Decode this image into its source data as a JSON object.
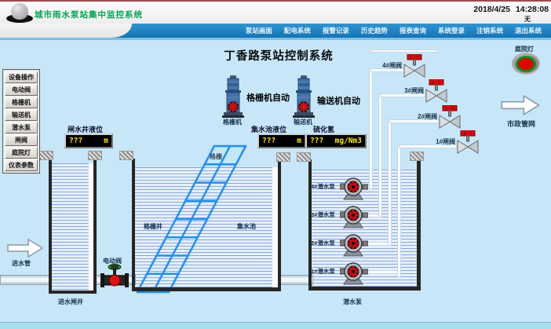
{
  "header": {
    "app_title": "城市雨水泵站集中监控系统",
    "date": "2018/4/25",
    "time": "14:28:08",
    "alarm_status": "无"
  },
  "menu": {
    "items": [
      "泵站画面",
      "配电系统",
      "报警记录",
      "历史趋势",
      "报表查询",
      "系统登录",
      "注销系统",
      "退出系统"
    ]
  },
  "sidebar": {
    "title": "设备操作",
    "items": [
      "电动阀",
      "格栅机",
      "输送机",
      "潜水泵",
      "闸阀",
      "庭院灯",
      "仪表参数"
    ]
  },
  "main": {
    "title": "丁香路泵站控制系统",
    "courtyard_light_label": "庭院灯",
    "municipal_network_label": "市政管网",
    "inlet_pipe_label": "进水管",
    "electric_valve_label": "电动阀",
    "machines": [
      {
        "status": "格栅机自动",
        "name": "格栅机"
      },
      {
        "status": "输送机自动",
        "name": "输送机"
      }
    ],
    "gauges": [
      {
        "label": "闸水井液位",
        "value": "???",
        "unit": "m"
      },
      {
        "label": "集水池液位",
        "value": "???",
        "unit": "m"
      },
      {
        "label": "硫化氢",
        "value": "???",
        "unit": "mg/Nm3"
      }
    ],
    "valves": [
      "4#闸阀",
      "3#闸阀",
      "2#闸阀",
      "1#闸阀"
    ],
    "pumps": [
      "4#潜水泵",
      "3#潜水泵",
      "2#潜水泵",
      "1#潜水泵"
    ],
    "tanks": {
      "inlet_well": "进水闸井",
      "screen_well": "格栅井",
      "sump": "集水池",
      "screen_label": "格栅",
      "sump_pumps_label": "潜水泵"
    }
  },
  "colors": {
    "header_title_green": "#00a651",
    "menu_bar_blue": "#1d82c6",
    "display_value_yellow": "#ffee00",
    "alarm_red": "#e60000",
    "lamp_green": "#0b9020",
    "screen_grid_blue": "#1e90ff"
  }
}
